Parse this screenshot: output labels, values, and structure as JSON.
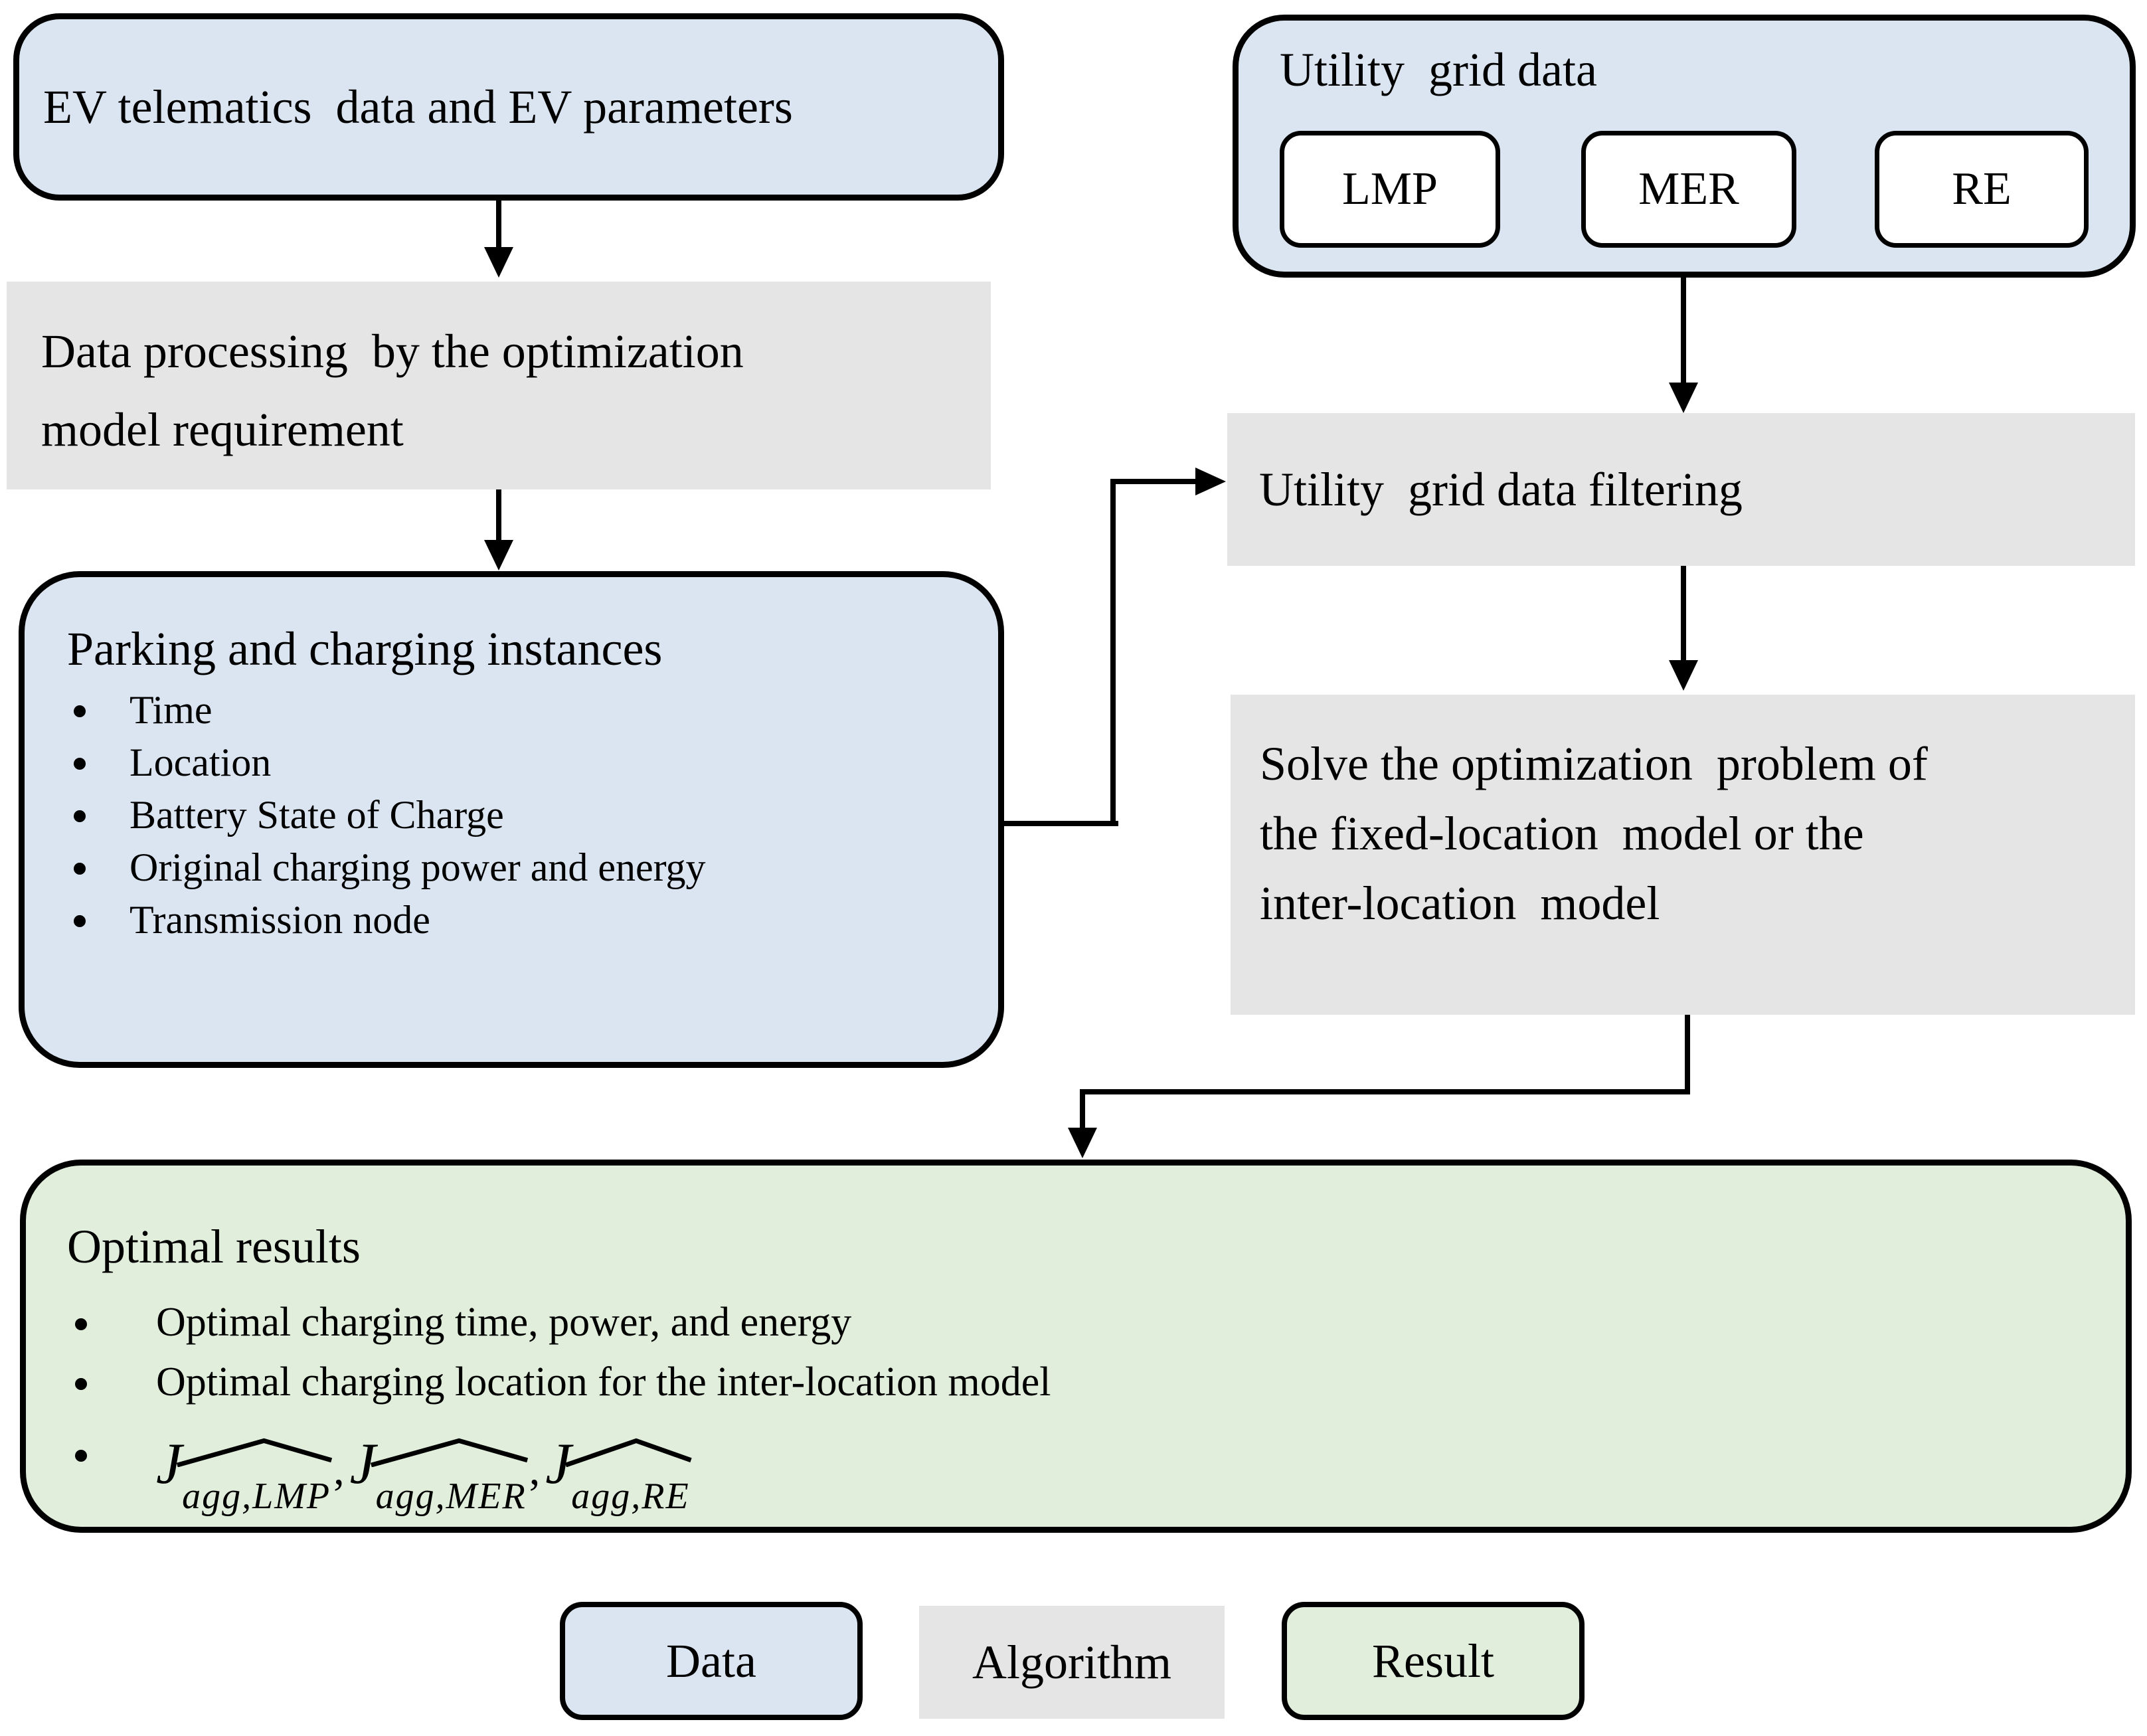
{
  "colors": {
    "data_fill": "#dbe5f1",
    "algorithm_fill": "#e5e5e5",
    "result_fill": "#e0eedb",
    "item_fill": "#ffffff",
    "stroke": "#000000"
  },
  "nodes": {
    "ev": {
      "label": "EV telematics  data and EV parameters"
    },
    "grid": {
      "title": "Utility  grid data",
      "items": [
        "LMP",
        "MER",
        "RE"
      ]
    },
    "processing": {
      "lines": [
        "Data processing  by the optimization",
        "model requirement"
      ]
    },
    "parking": {
      "title": "Parking and charging instances",
      "bullets": [
        "Time",
        "Location",
        "Battery State of Charge",
        "Original charging power and energy",
        "Transmission node"
      ]
    },
    "filtering": {
      "label": "Utility  grid data filtering"
    },
    "solve": {
      "lines": [
        "Solve the optimization  problem of",
        "the fixed-location  model or the",
        "inter-location  model"
      ]
    },
    "results": {
      "title": "Optimal results",
      "bullets": [
        "Optimal charging time, power, and energy",
        "Optimal charging location for the inter-location model"
      ],
      "objectives": [
        {
          "base": "J",
          "sub": "agg,LMP"
        },
        {
          "base": "J",
          "sub": "agg,MER"
        },
        {
          "base": "J",
          "sub": "agg,RE"
        }
      ],
      "separator": ","
    }
  },
  "legend": {
    "items": [
      {
        "label": "Data",
        "type": "data"
      },
      {
        "label": "Algorithm",
        "type": "algorithm"
      },
      {
        "label": "Result",
        "type": "result"
      }
    ]
  }
}
